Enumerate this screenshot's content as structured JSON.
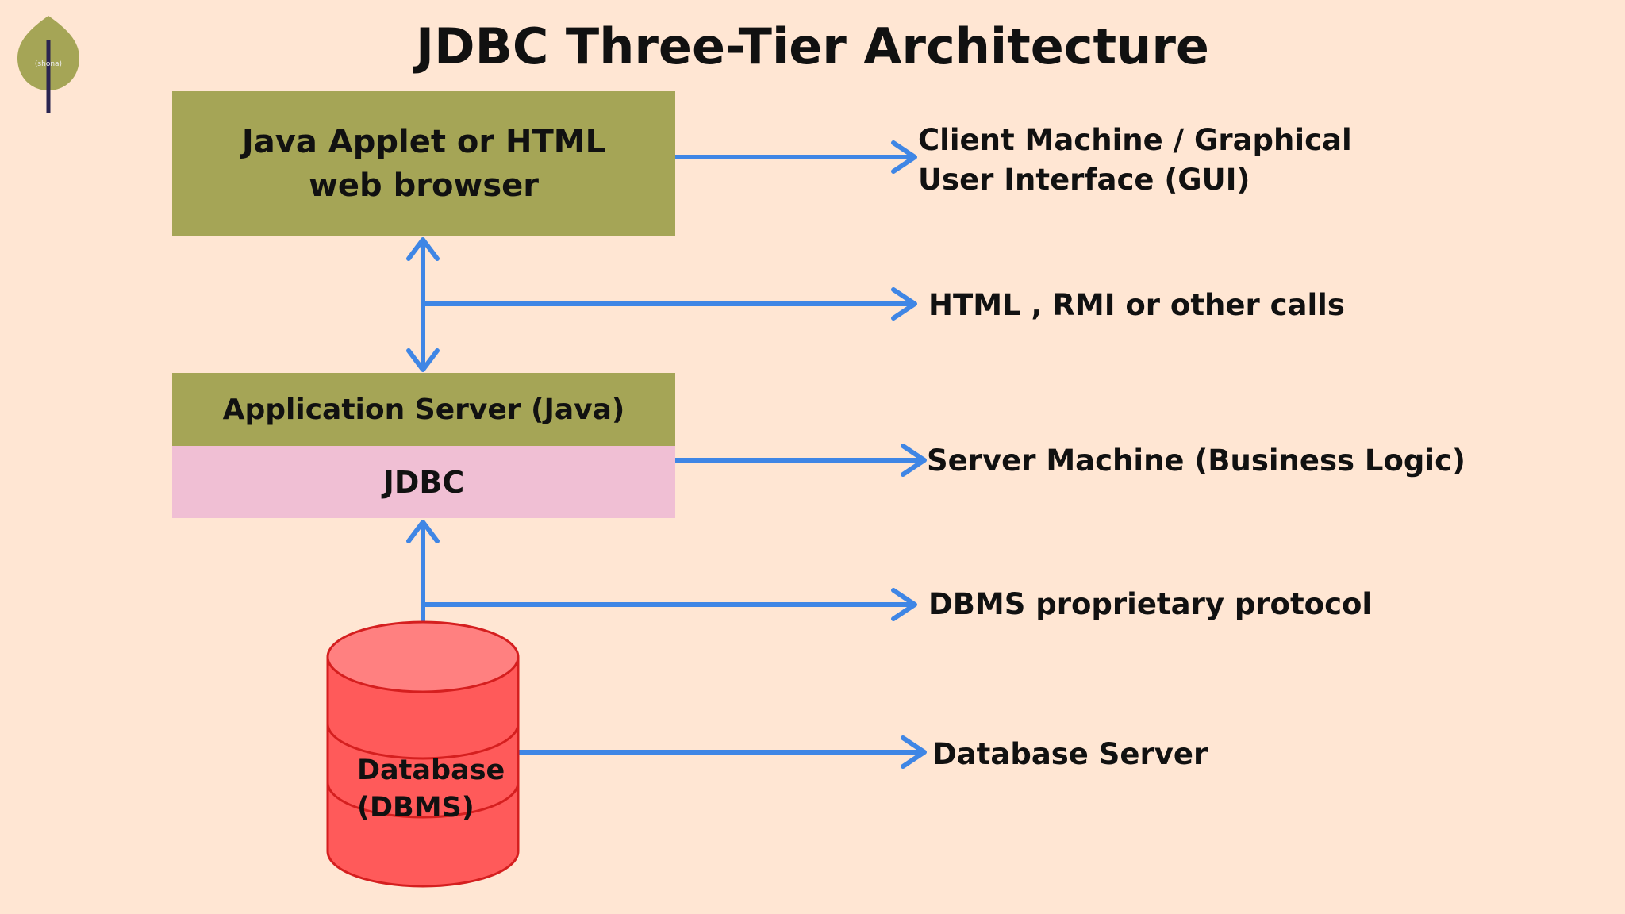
{
  "title": "JDBC Three-Tier Architecture",
  "logo": {
    "icon": "leaf-icon",
    "text": "(shona)"
  },
  "tiers": {
    "client": {
      "line1": "Java Applet or HTML",
      "line2": "web browser"
    },
    "app_server": {
      "label": "Application Server (Java)"
    },
    "jdbc": {
      "label": "JDBC"
    },
    "database": {
      "line1": "Database",
      "line2": "(DBMS)",
      "icon": "database-cylinder-icon"
    }
  },
  "annotations": {
    "client_machine": {
      "line1": "Client Machine / Graphical",
      "line2": "User Interface (GUI)"
    },
    "calls": "HTML , RMI or other calls",
    "server_machine": "Server Machine (Business Logic)",
    "protocol": "DBMS proprietary protocol",
    "database_server": "Database Server"
  },
  "colors": {
    "background": "#FFE6D3",
    "olive": "#A5A556",
    "pink": "#F0BFD4",
    "arrow": "#3F86E5",
    "database": "#FF5A5A"
  }
}
